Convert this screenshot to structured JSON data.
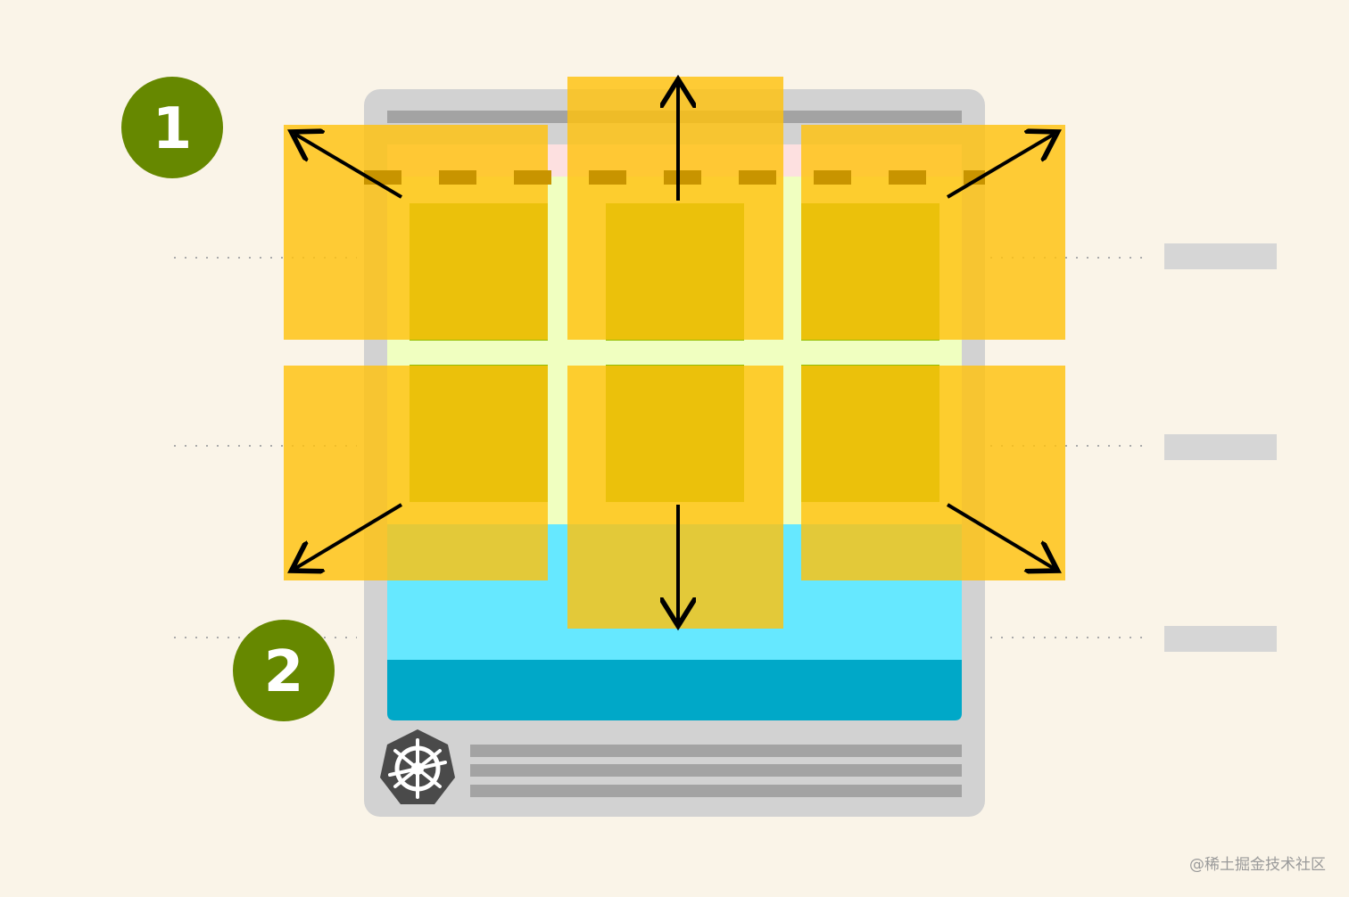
{
  "badges": [
    {
      "label": "1"
    },
    {
      "label": "2"
    }
  ],
  "watermark": "@稀土掘金技术社区",
  "colors": {
    "background": "#faf4e8",
    "node_frame": "#d2d2d2",
    "node_bar": "#a3a3a3",
    "node_inner_pink": "#fde0e0",
    "node_inner_cream": "#f0ffc0",
    "pod_green": "#92be00",
    "autoscale_orange": "#ffc20e",
    "cyan_light": "#66e8ff",
    "cyan_dark": "#00a8c8",
    "badge_green": "#668800",
    "arrow": "#000000",
    "k8s_logo": "#4a4a4a"
  },
  "icons": {
    "logo": "kubernetes-helm-icon",
    "arrows": "double-expand-arrows"
  }
}
